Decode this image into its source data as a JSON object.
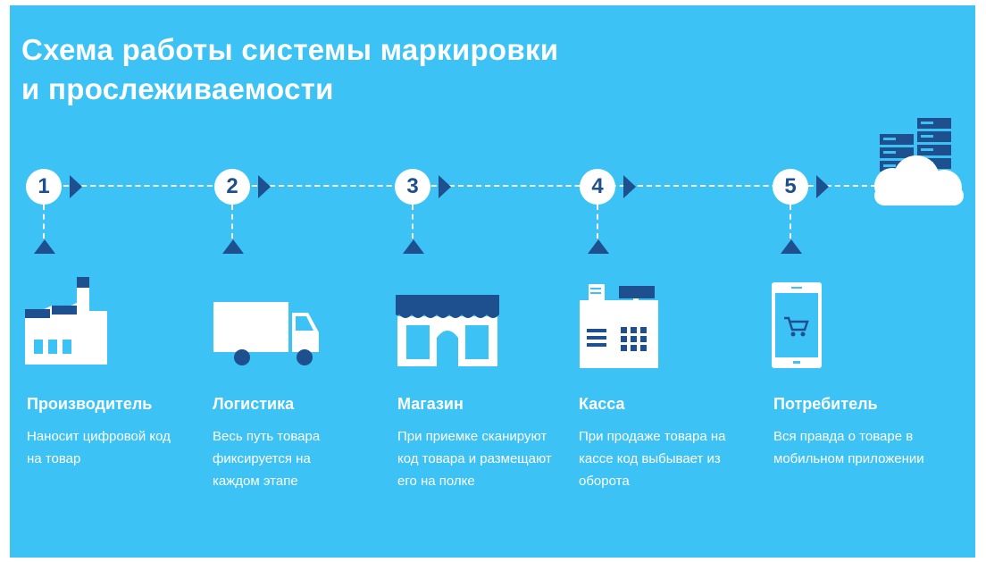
{
  "title": {
    "line1": "Схема работы системы маркировки",
    "line2": "и прослеживаемости"
  },
  "colors": {
    "background": "#3cc2f5",
    "accent_dark": "#1e4f8f",
    "icon_light": "#ffffff"
  },
  "steps": [
    {
      "number": "1",
      "label": "Производитель",
      "description": "Наносит цифровой код на товар",
      "icon": "factory-icon"
    },
    {
      "number": "2",
      "label": "Логистика",
      "description": "Весь путь товара фиксируется на каждом этапе",
      "icon": "truck-icon"
    },
    {
      "number": "3",
      "label": "Магазин",
      "description": "При приемке сканируют код товара и размещают его на полке",
      "icon": "store-icon"
    },
    {
      "number": "4",
      "label": "Касса",
      "description": "При продаже товара на кассе код выбывает из оборота",
      "icon": "cash-register-icon"
    },
    {
      "number": "5",
      "label": "Потребитель",
      "description": "Вся правда о товаре в мобильном приложении",
      "icon": "smartphone-cart-icon"
    }
  ],
  "endpoint_icon": "cloud-server-icon"
}
